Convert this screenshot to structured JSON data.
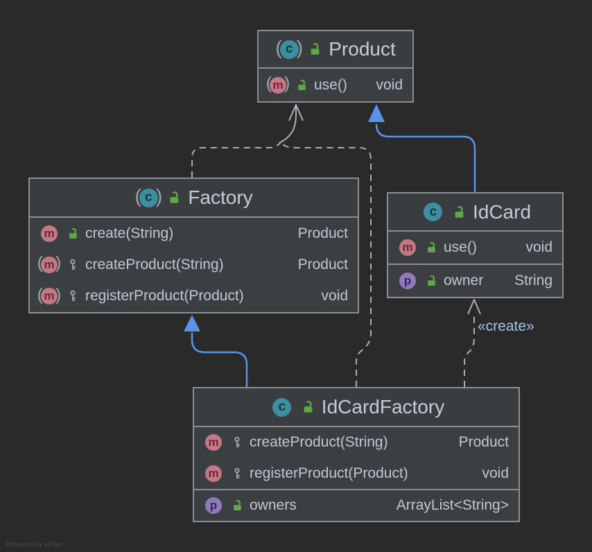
{
  "watermark": "Powered by yFiles",
  "colors": {
    "background": "#2A2A2B",
    "node_fill": "#3C3F42",
    "node_header_fill": "#3A3D40",
    "node_border": "#8C8F91",
    "member_text": "#BDC8D6",
    "title_text": "#C2CDDA",
    "dependency_edge": "#ACAFB1",
    "generalization_edge": "#5B92EC",
    "edge_label_text": "#A5C3E8",
    "class_icon": "#3F8EA0",
    "method_icon": "#C27885",
    "property_icon": "#9179BD",
    "public_lock_icon": "#61A744",
    "protected_key_icon": "#99A3AA"
  },
  "classes": [
    {
      "name": "Product",
      "kind": "interface",
      "icon_letter": "c",
      "members": [
        {
          "icon_letter": "m",
          "name": "use()",
          "type": "void",
          "visibility": "public",
          "abstract": true
        }
      ]
    },
    {
      "name": "Factory",
      "kind": "abstract class",
      "icon_letter": "c",
      "members": [
        {
          "icon_letter": "m",
          "name": "create(String)",
          "type": "Product",
          "visibility": "public",
          "final": true
        },
        {
          "icon_letter": "m",
          "name": "createProduct(String)",
          "type": "Product",
          "visibility": "protected",
          "abstract": true
        },
        {
          "icon_letter": "m",
          "name": "registerProduct(Product)",
          "type": "void",
          "visibility": "protected",
          "abstract": true
        }
      ]
    },
    {
      "name": "IdCard",
      "kind": "class",
      "icon_letter": "c",
      "members": [
        {
          "icon_letter": "m",
          "name": "use()",
          "type": "void",
          "visibility": "public"
        },
        {
          "icon_letter": "p",
          "name": "owner",
          "type": "String",
          "visibility": "public"
        }
      ]
    },
    {
      "name": "IdCardFactory",
      "kind": "class",
      "icon_letter": "c",
      "members": [
        {
          "icon_letter": "m",
          "name": "createProduct(String)",
          "type": "Product",
          "visibility": "protected"
        },
        {
          "icon_letter": "m",
          "name": "registerProduct(Product)",
          "type": "void",
          "visibility": "protected"
        },
        {
          "icon_letter": "p",
          "name": "owners",
          "type": "ArrayList<String>",
          "visibility": "public"
        }
      ]
    }
  ],
  "edges": [
    {
      "from": "Factory",
      "to": "Product",
      "type": "dependency"
    },
    {
      "from": "IdCardFactory",
      "to": "Product",
      "type": "dependency"
    },
    {
      "from": "IdCard",
      "to": "Product",
      "type": "realization"
    },
    {
      "from": "IdCardFactory",
      "to": "Factory",
      "type": "generalization"
    },
    {
      "from": "IdCardFactory",
      "to": "IdCard",
      "type": "dependency",
      "label": "«create»"
    }
  ]
}
